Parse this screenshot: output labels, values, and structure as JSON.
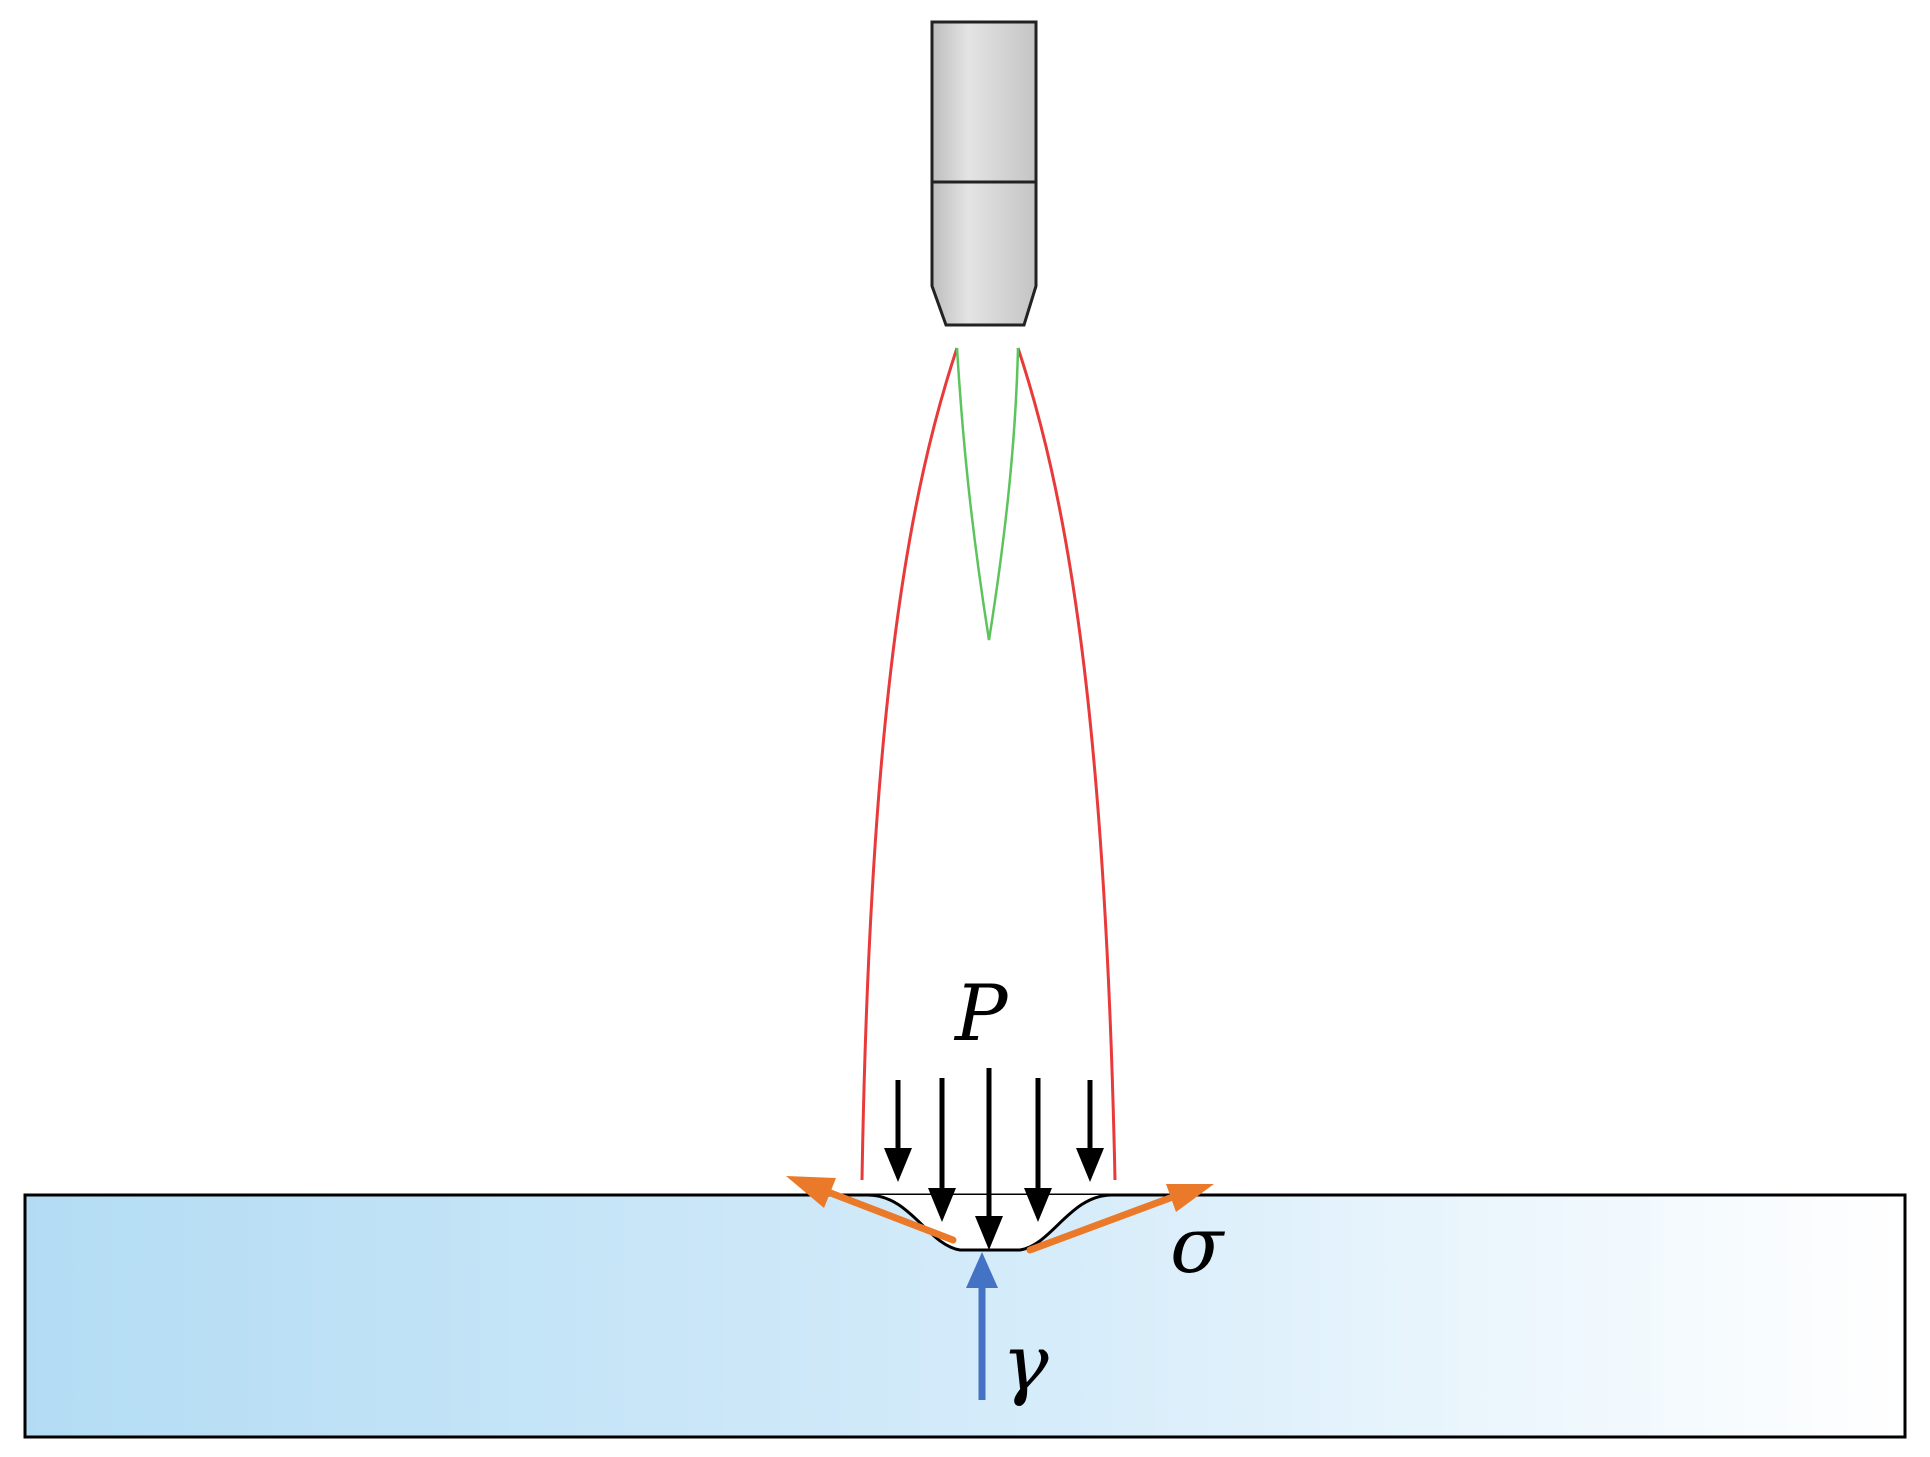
{
  "labels": {
    "pressure": "P",
    "surface_tension": "σ",
    "recoil": "γ"
  },
  "colors": {
    "nozzle_fill": "#d2d2d2",
    "nozzle_stroke": "#222222",
    "plume_outer": "#e83a3a",
    "plume_core": "#5cc45c",
    "pressure_arrows": "#000000",
    "tension_arrows": "#ea7a2a",
    "recoil_arrow": "#4472c4",
    "substrate_left": "#b3dcf4",
    "substrate_right": "#ffffff",
    "substrate_stroke": "#000000"
  },
  "icons": {
    "nozzle": "nozzle-icon"
  }
}
